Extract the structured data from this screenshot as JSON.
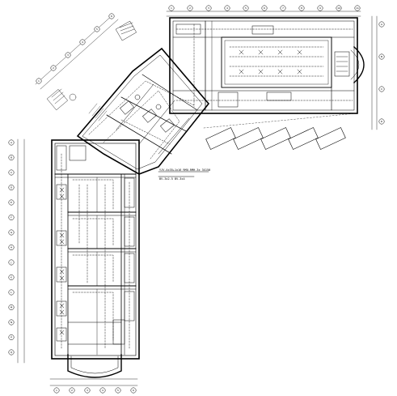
{
  "drawing": {
    "note_main": "YJV-4x35+1x16 RMU-RMH-3x 3X150",
    "note_sub": "BV-3x2.5 BV-3x4"
  },
  "axes": {
    "top": [
      "1",
      "2",
      "3",
      "4",
      "5",
      "6",
      "7",
      "8",
      "9",
      "10",
      "11"
    ],
    "right": [
      "A",
      "B",
      "C",
      "D"
    ],
    "left": [
      "A",
      "B",
      "C",
      "D",
      "E",
      "F",
      "G",
      "H",
      "J",
      "K",
      "L",
      "M",
      "N",
      "P",
      "Q"
    ],
    "bottom": [
      "1",
      "2",
      "3",
      "4",
      "5",
      "6"
    ],
    "diagonal": [
      "1",
      "2",
      "3",
      "4",
      "5",
      "6"
    ]
  }
}
